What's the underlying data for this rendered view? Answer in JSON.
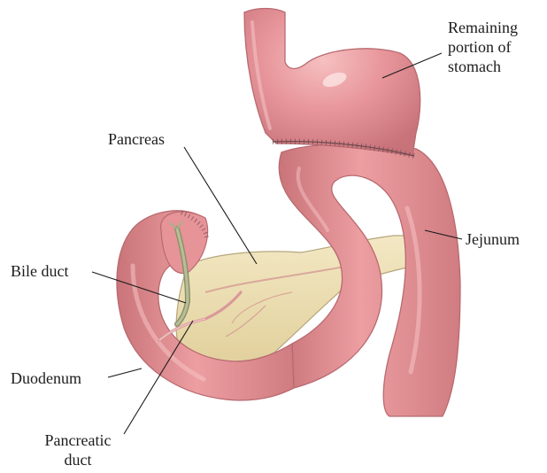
{
  "labels": {
    "remaining_stomach": [
      "Remaining",
      "portion of",
      "stomach"
    ],
    "pancreas": "Pancreas",
    "jejunum": "Jejunum",
    "bile_duct": "Bile duct",
    "duodenum": "Duodenum",
    "pancreatic_duct": [
      "Pancreatic",
      "duct"
    ]
  },
  "colors": {
    "bowel_fill": "#e8969a",
    "bowel_dark": "#c77479",
    "bowel_light": "#f3b6b8",
    "pancreas_fill": "#eee0b2",
    "pancreas_stroke": "#b5a67d",
    "duct_pink": "#d9999a",
    "bile_green": "#a9b08a",
    "leader_line": "#1a1a1a"
  }
}
